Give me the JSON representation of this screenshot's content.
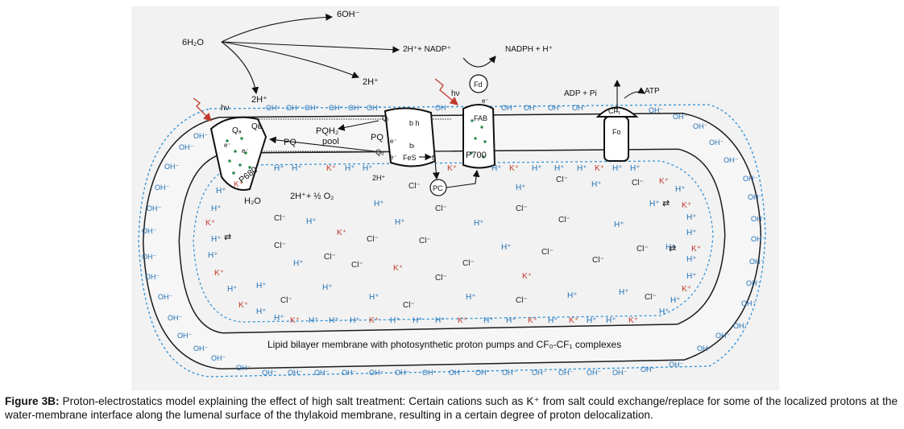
{
  "colors": {
    "oh": "#1f6fb5",
    "h": "#1f6fb5",
    "k": "#c0392b",
    "cl": "#222222",
    "accent": "#2e8b4f",
    "panel": "#f2f2f2",
    "dash": "#2a8fd6",
    "light": "#c0392b"
  },
  "caption": {
    "label": "Figure 3B:",
    "text": "Proton-electrostatics model explaining the effect of high salt treatment: Certain cations such as K⁺ from salt could exchange/replace for some of the localized protons at the water-membrane interface along the lumenal surface of the thylakoid membrane, resulting in a certain degree of proton delocalization."
  },
  "diagram": {
    "membrane_note": "Lipid bilayer membrane  with photosynthetic proton pumps and CF₀-CF₁ complexes",
    "water": "6H₂O",
    "hydroxide_6": "6OH⁻",
    "h2_a": "2H⁺",
    "h2_b": "2H⁺",
    "h2_c": "2H⁺",
    "h2_d": "2H⁺",
    "nadp_in": "2H⁺+ NADP⁺",
    "nadp_out": "NADPH  + H⁺",
    "h2o": "H₂O",
    "o2": "2H⁺+ ½ O₂",
    "adp": "ADP + Pi",
    "atp": "ATP",
    "p680": "P680",
    "p700": "P700",
    "pq": "PQ",
    "pq_pool": "pool",
    "pqh2": "PQH₂",
    "pq2": "PQ",
    "qa": "Qₐ",
    "qb": "Qʙ",
    "qo": "Qₒ",
    "qi": "Qᵢ",
    "bh": "b h",
    "bl": "bₗ",
    "fes": "FeS",
    "f": "f",
    "pc": "PC",
    "fd": "Fd",
    "fab": "FAB",
    "fo": "Fo",
    "cf1": "CF₁",
    "hv1": "hν",
    "hv2": "hν",
    "e1": "e⁻",
    "e2": "e⁻",
    "e3": "e⁻",
    "e4": "e⁻",
    "e5": "e⁻",
    "oh": "OH⁻",
    "hplus": "H⁺",
    "kplus": "K⁺",
    "cl": "Cl⁻",
    "exch": "⇄"
  }
}
